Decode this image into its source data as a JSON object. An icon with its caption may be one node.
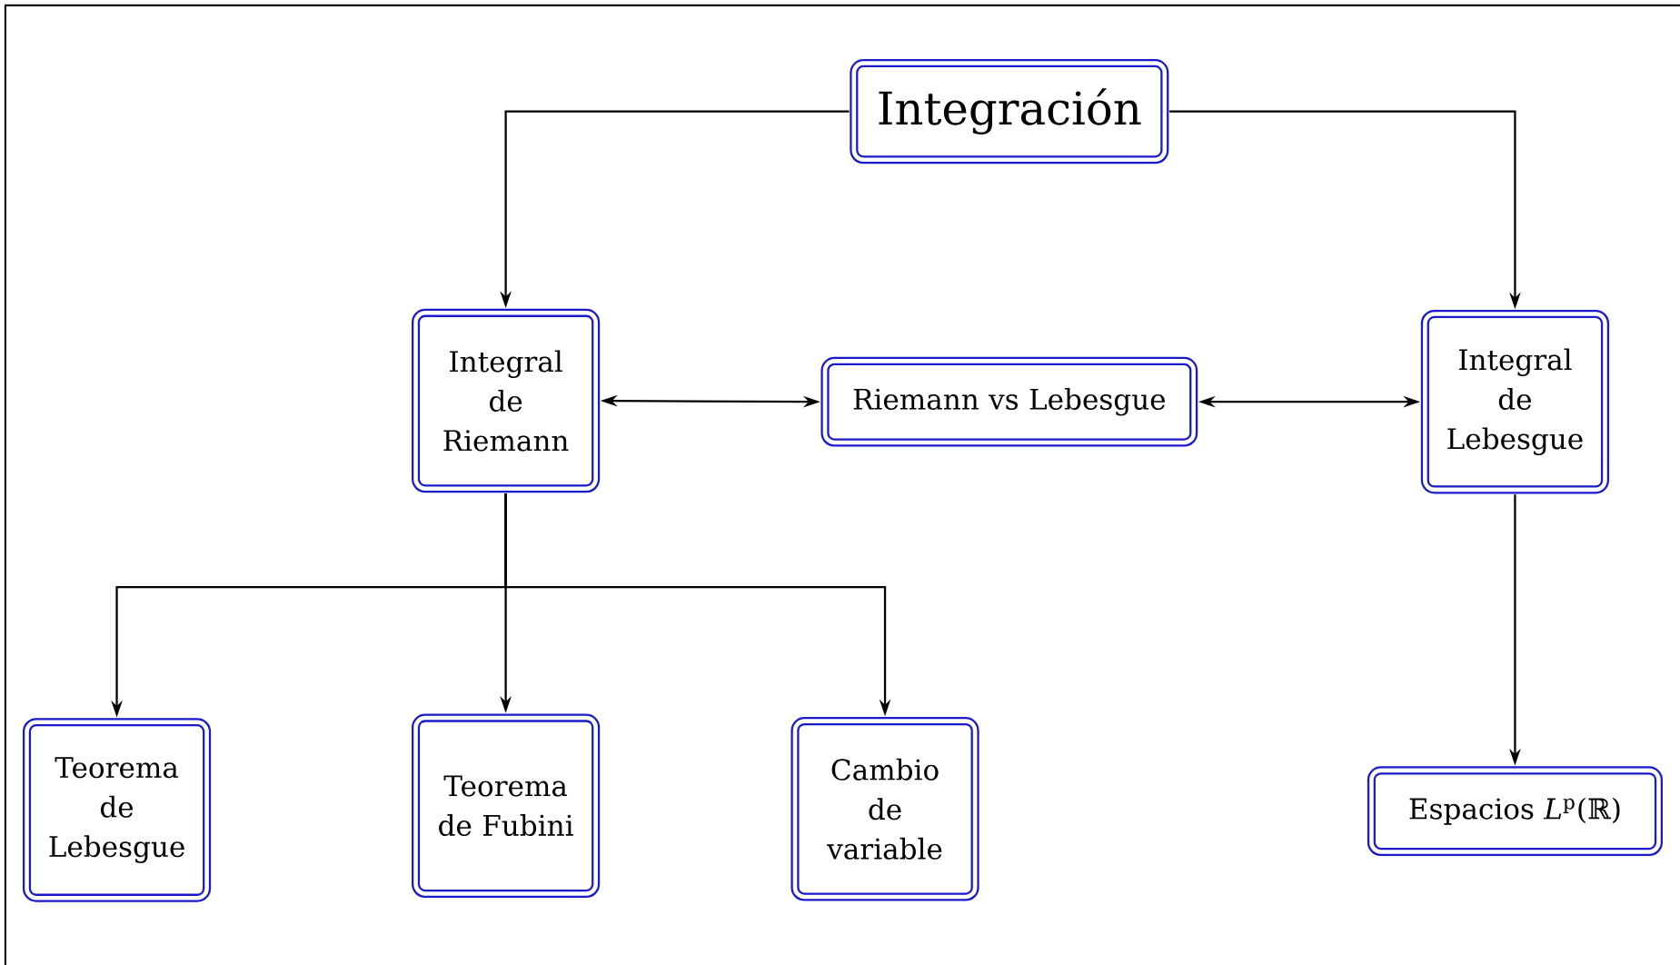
{
  "diagram": {
    "nodes": [
      {
        "text": [
          "Integración"
        ]
      },
      {
        "text": [
          "Integral de Riemann"
        ]
      },
      {
        "text": [
          "Riemann vs Lebesgue"
        ]
      },
      {
        "text": [
          "Integral de Lebesgue"
        ]
      },
      {
        "text": [
          "Teorema de Lebesgue"
        ]
      },
      {
        "text": [
          "Teorema de Fubini"
        ]
      },
      {
        "text": [
          "Cambio de variable"
        ]
      },
      {
        "text": [
          "Espacios *L*$^{p}$(ℝ)"
        ]
      }
    ],
    "edges": [
      {
        "from": 0,
        "to": 1,
        "arrow": "to"
      },
      {
        "from": 0,
        "to": 3,
        "arrow": "to"
      },
      {
        "from": 1,
        "to": 2,
        "arrow": "both"
      },
      {
        "from": 2,
        "to": 3,
        "arrow": "both"
      },
      {
        "from": 1,
        "to": 4,
        "arrow": "to"
      },
      {
        "from": 1,
        "to": 5,
        "arrow": "to"
      },
      {
        "from": 1,
        "to": 6,
        "arrow": "to"
      },
      {
        "from": 3,
        "to": 7,
        "arrow": "to"
      }
    ]
  }
}
